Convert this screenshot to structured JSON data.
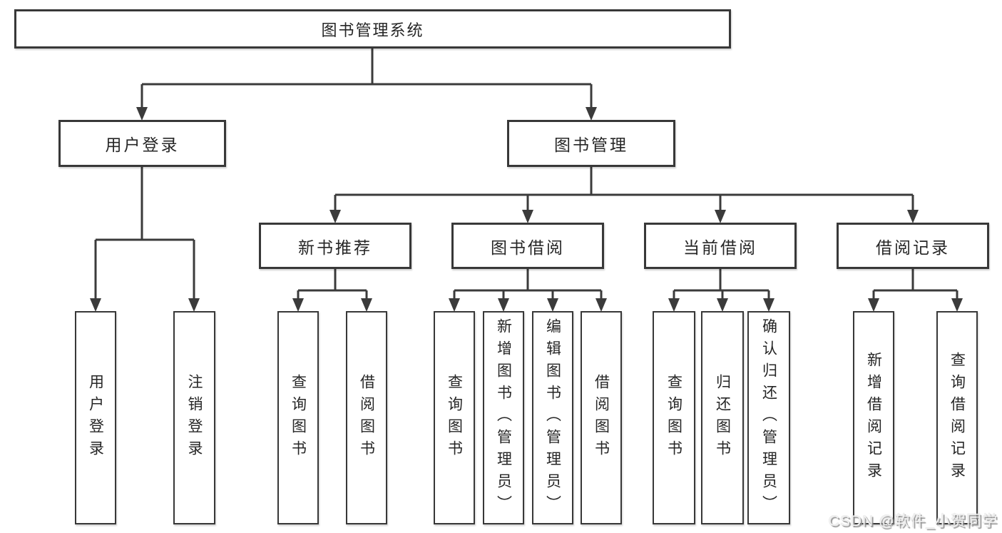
{
  "colors": {
    "line": "#3b3b3b",
    "box_border": "#383838",
    "text": "#262626",
    "background": "#ffffff"
  },
  "watermark": {
    "text": "CSDN @软件_小贺同学"
  },
  "tree": {
    "root": {
      "label": "图书管理系统"
    },
    "branches": [
      {
        "label": "用户登录",
        "children": [
          {
            "label": "用户登录"
          },
          {
            "label": "注销登录"
          }
        ]
      },
      {
        "label": "图书管理",
        "sections": [
          {
            "label": "新书推荐",
            "children": [
              {
                "label": "查询图书"
              },
              {
                "label": "借阅图书"
              }
            ]
          },
          {
            "label": "图书借阅",
            "children": [
              {
                "label": "查询图书"
              },
              {
                "label": "新增图书（管理员）"
              },
              {
                "label": "编辑图书（管理员）"
              },
              {
                "label": "借阅图书"
              }
            ]
          },
          {
            "label": "当前借阅",
            "children": [
              {
                "label": "查询图书"
              },
              {
                "label": "归还图书"
              },
              {
                "label": "确认归还（管理员）"
              }
            ]
          },
          {
            "label": "借阅记录",
            "children": [
              {
                "label": "新增借阅记录"
              },
              {
                "label": "查询借阅记录"
              }
            ]
          }
        ]
      }
    ]
  }
}
